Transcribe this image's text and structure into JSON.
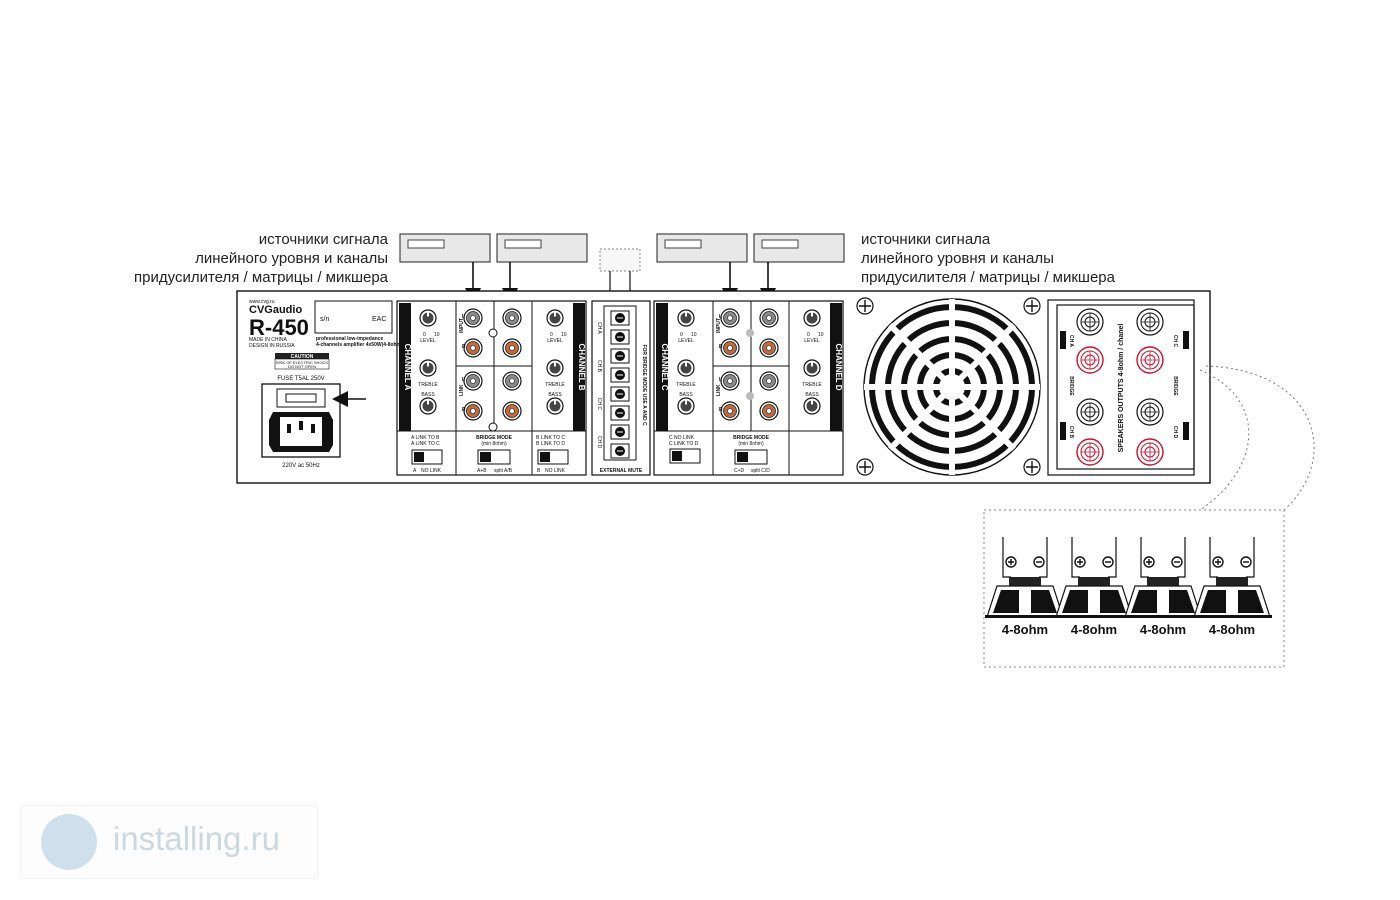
{
  "sources": {
    "left": [
      "источники сигнала",
      "линейного уровня и каналы",
      "придусилителя / матрицы / микшера"
    ],
    "right": [
      "источники сигнала",
      "линейного уровня и каналы",
      "придусилителя / матрицы / микшера"
    ]
  },
  "device": {
    "brand": "CVGaudio",
    "web": "www.cvg.ru",
    "model": "R-450",
    "sn_label": "s/n",
    "eac": "EAC",
    "subtitle1": "professional low-impedance",
    "subtitle2": "4-channels amplifier 4x50W(4-8ohm)",
    "made": "MADE IN CHINA",
    "design": "DESIGN IN RUSSIA",
    "caution": "CAUTION",
    "caution_line1": "RISK OF ELECTRIC SHOCK",
    "caution_line2": "DO NOT OPEN",
    "fuse": "FUSE T5AL 250V",
    "power": "220V ac 50Hz"
  },
  "channels": {
    "a": "CHANNEL A",
    "b": "CHANNEL B",
    "c": "CHANNEL C",
    "d": "CHANNEL D"
  },
  "knobs": {
    "level": "LEVEL",
    "treble": "TREBLE",
    "bass": "BASS",
    "zero": "0",
    "ten": "10"
  },
  "jack_labels": {
    "r": "R",
    "l": "L",
    "input": "INPUT",
    "link": "LINK"
  },
  "link_ab": {
    "a1": "A LINK TO B",
    "a2": "A LINK TO C",
    "a3": "A",
    "a4": "NO LINK",
    "b1": "B LINK TO C",
    "b2": "B LINK TO D",
    "b3": "B",
    "b4": "NO LINK"
  },
  "link_cd": {
    "c1": "C NO LINK",
    "c2": "C LINK TO D"
  },
  "bridge": {
    "title": "BRIDGE MODE",
    "min": "(min 8ohm)",
    "ab1": "A+B",
    "ab2": "split A/B",
    "cd1": "C+D",
    "cd2": "split C/D"
  },
  "mute": {
    "title": "EXTERNAL MUTE",
    "side": "FOR BRIDGE MODE USE A AND C",
    "cha": "CH A",
    "chb": "CH B",
    "chc": "CH C",
    "chd": "CH D"
  },
  "speakers_panel": {
    "title": "SPEAKERS OUTPUTS 4-8ohm / chanel",
    "cha": "CH A",
    "chb": "CH B",
    "chc": "CH C",
    "chd": "CH D",
    "bridge": "BRIDGE"
  },
  "loads": [
    "4-8ohm",
    "4-8ohm",
    "4-8ohm",
    "4-8ohm"
  ],
  "watermark": "installing.ru"
}
